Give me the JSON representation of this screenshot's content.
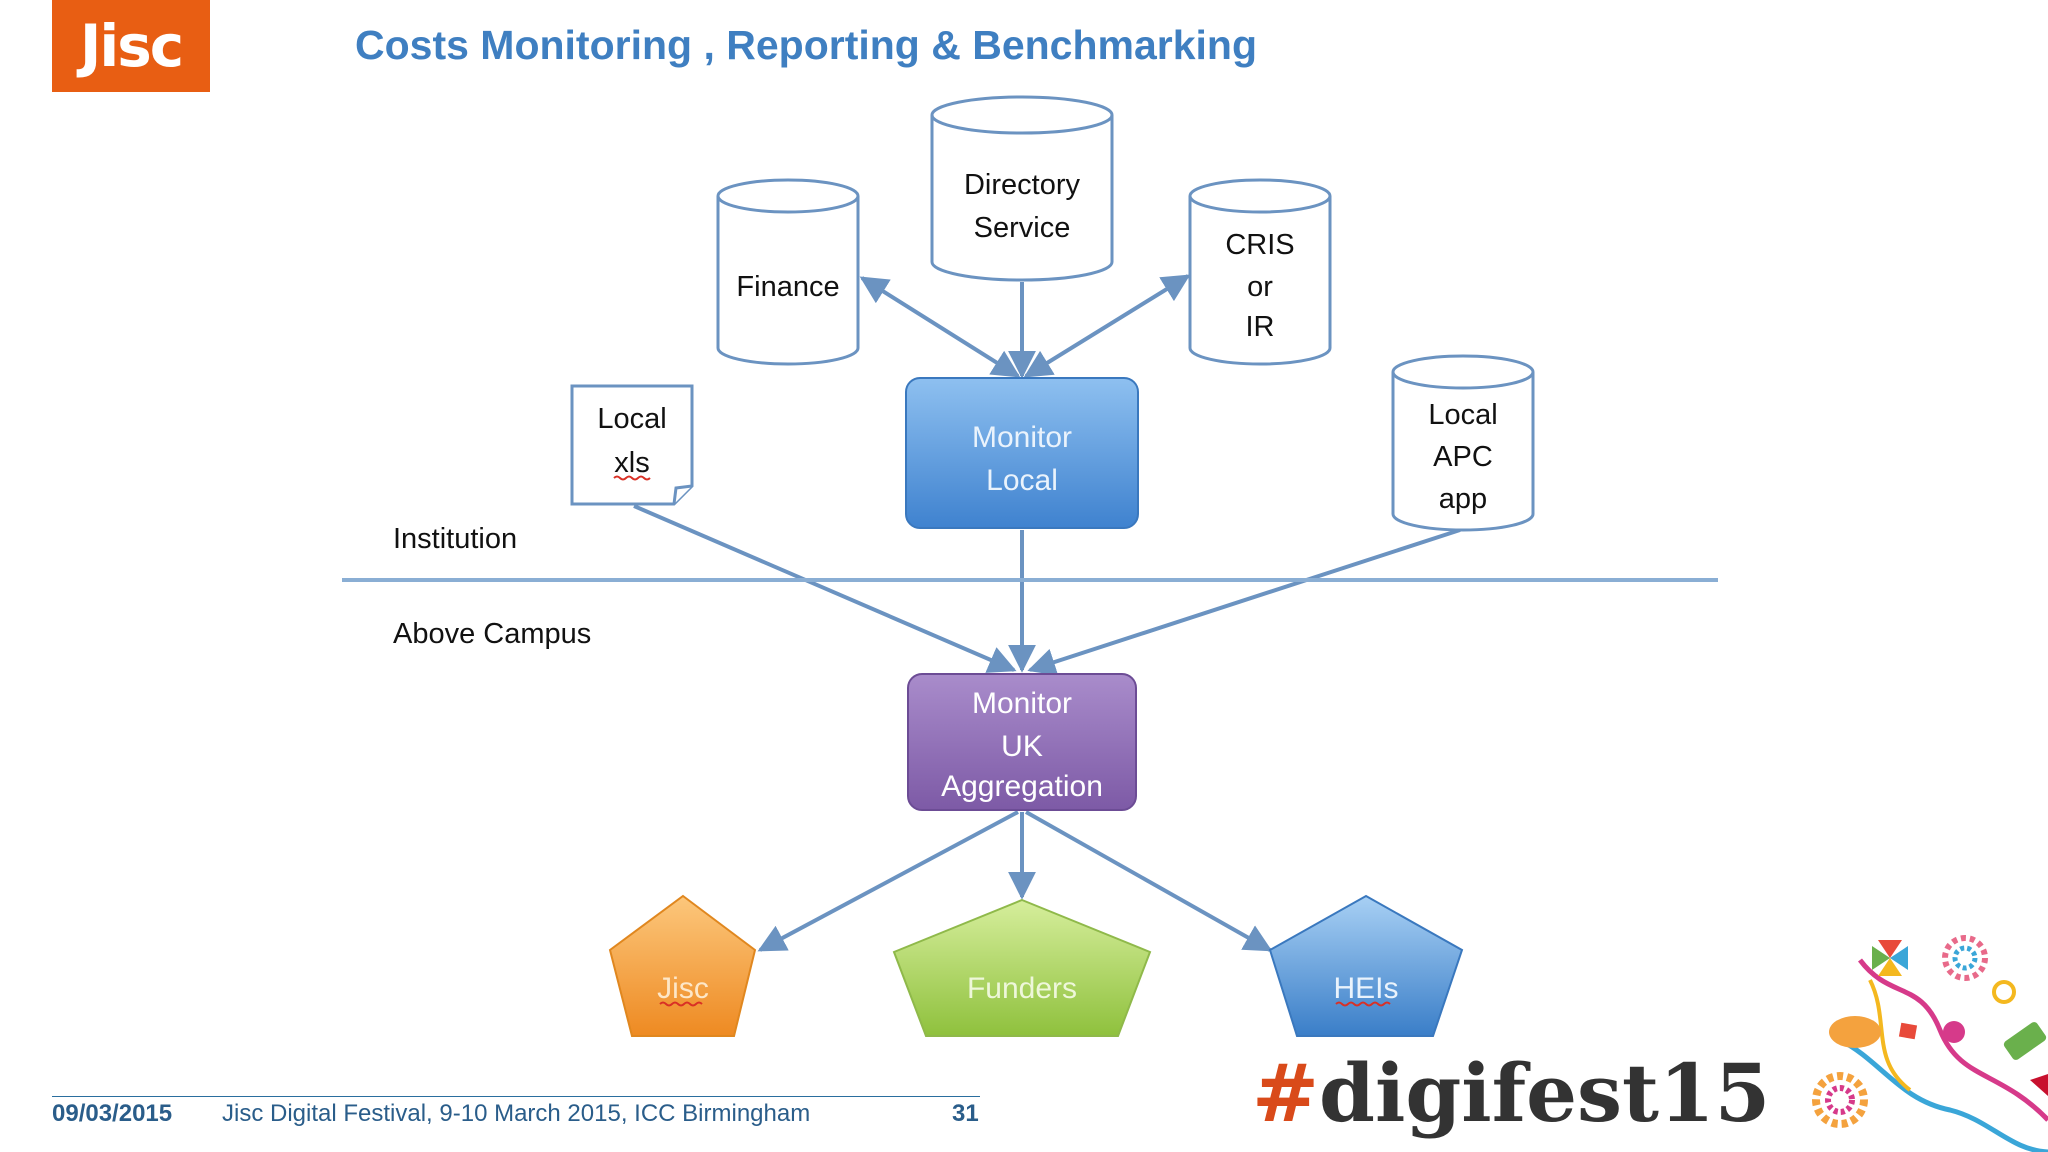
{
  "logo": {
    "text": "Jisc"
  },
  "title": "Costs Monitoring , Reporting & Benchmarking",
  "diagram": {
    "directory_service": [
      "Directory",
      "Service"
    ],
    "finance": [
      "Finance"
    ],
    "cris_ir": [
      "CRIS",
      "or",
      "IR"
    ],
    "local_xls": [
      "Local",
      "xls"
    ],
    "monitor_local": [
      "Monitor",
      "Local"
    ],
    "local_apc_app": [
      "Local",
      "APC",
      "app"
    ],
    "institution_label": "Institution",
    "above_campus_label": "Above Campus",
    "monitor_uk": [
      "Monitor",
      "UK",
      "Aggregation"
    ],
    "jisc": "Jisc",
    "funders": "Funders",
    "heis": "HEIs"
  },
  "footer": {
    "date": "09/03/2015",
    "event": "Jisc Digital Festival, 9-10 March 2015, ICC Birmingham",
    "page": "31",
    "hashtag_symbol": "#",
    "hashtag_text": "digifest15"
  },
  "colors": {
    "brand_orange": "#e85e13",
    "title_blue": "#3f7fc1",
    "monitor_local_blue": "#4f90d6",
    "monitor_uk_purple": "#8f6db4",
    "jisc_orange": "#f4a23e",
    "funders_green": "#a8cf5a",
    "heis_blue": "#4f8fd0"
  }
}
